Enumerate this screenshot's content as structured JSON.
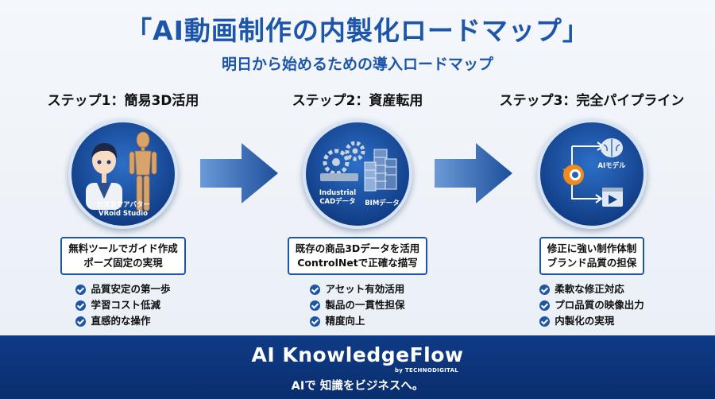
{
  "header": {
    "title": "「AI動画制作の内製化ロードマップ」",
    "subtitle": "明日から始めるための導入ロードマップ"
  },
  "steps": [
    {
      "heading": "ステップ1：簡易3D活用",
      "labels": [
        "カスタマアバター",
        "VRoid Studio"
      ],
      "summary": [
        "無料ツールでガイド作成",
        "ポーズ固定の実現"
      ],
      "points": [
        "品質安定の第一歩",
        "学習コスト低減",
        "直感的な操作"
      ]
    },
    {
      "heading": "ステップ2：資産転用",
      "labels": [
        "Industrial",
        "CADデータ",
        "BIMデータ"
      ],
      "summary": [
        "既存の商品3Dデータを活用",
        "ControlNetで正確な描写"
      ],
      "points": [
        "アセット有効活用",
        "製品の一貫性担保",
        "精度向上"
      ]
    },
    {
      "heading": "ステップ3：完全パイプライン",
      "labels": [
        "AIモデル"
      ],
      "summary": [
        "修正に強い制作体制",
        "ブランド品質の担保"
      ],
      "points": [
        "柔軟な修正対応",
        "プロ品質の映像出力",
        "内製化の実現"
      ]
    }
  ],
  "footer": {
    "brand": "AI KnowledgeFlow",
    "byline": "by TECHNODIGITAL",
    "tagline": "AIで 知識をビジネスへ。"
  },
  "colors": {
    "accent": "#1d56a8",
    "footer_bg": "#0f3b86",
    "circle_bg": "#13408a"
  },
  "icons": [
    "avatar-icon",
    "mannequin-icon",
    "gears-icon",
    "buildings-icon",
    "blender-logo-icon",
    "brain-icon",
    "video-play-icon",
    "check-icon",
    "arrow-right-icon"
  ]
}
